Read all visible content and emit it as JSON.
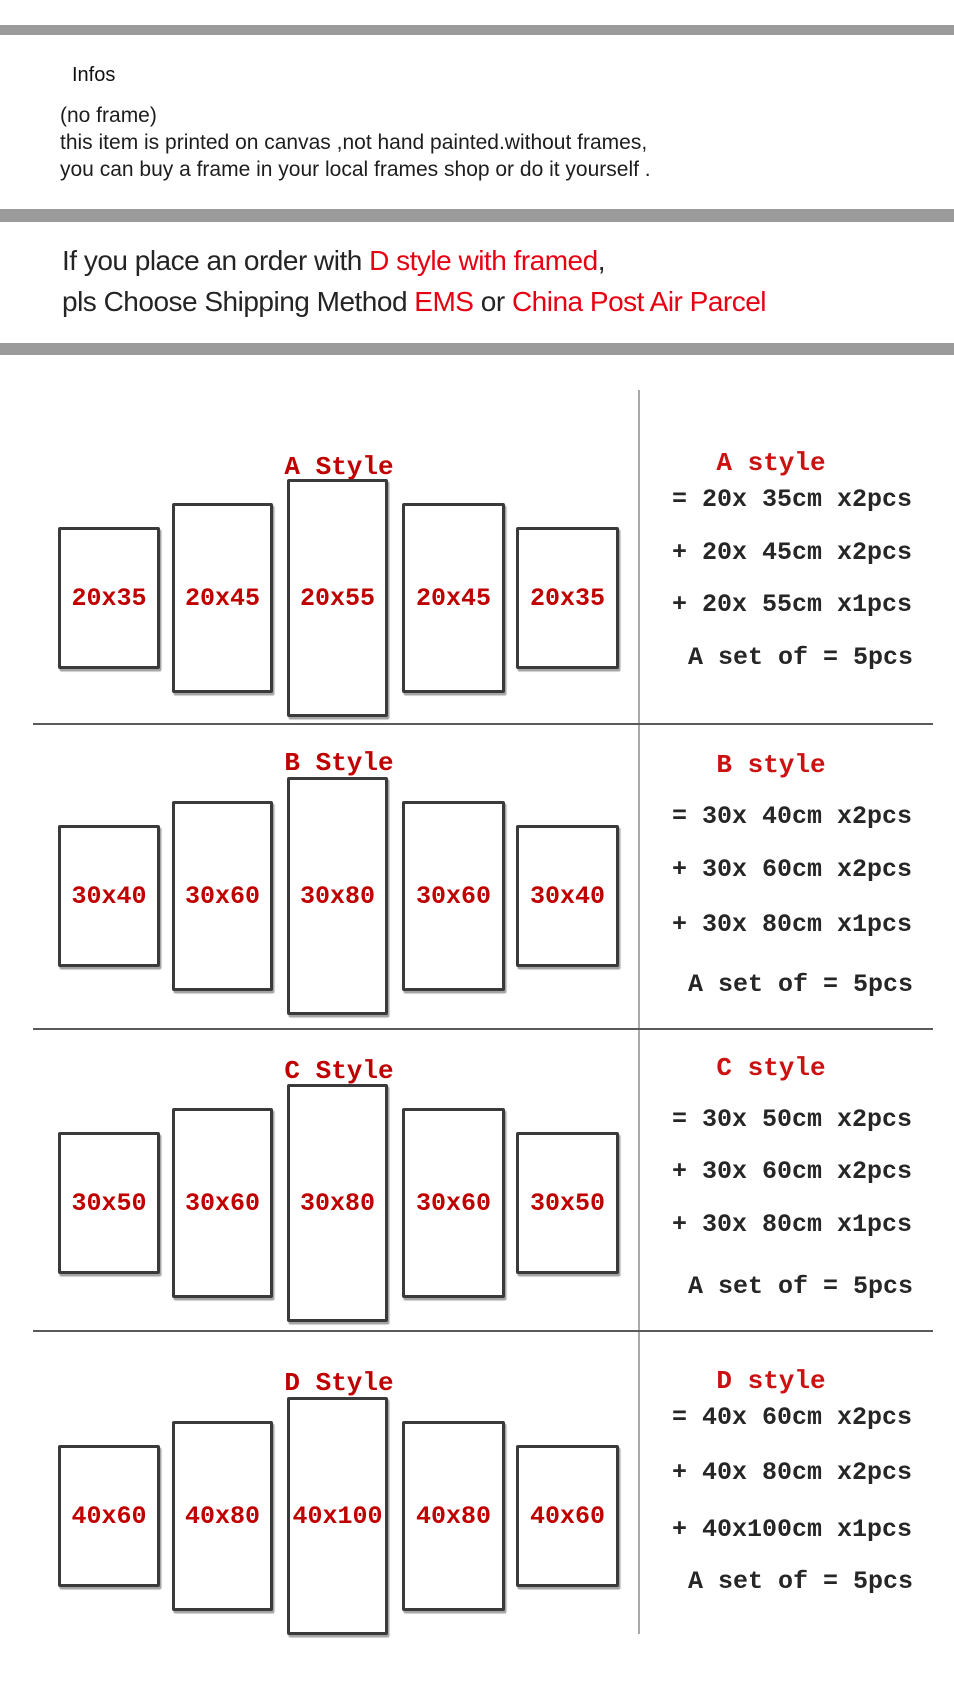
{
  "header": {
    "infos": "Infos",
    "no_frame": "(no frame)",
    "desc_line1": "this item is printed on canvas ,not hand painted.without frames,",
    "desc_line2": "you can buy a frame in your local frames shop or do it yourself .",
    "notice": {
      "l1_dark": "If you place an order with ",
      "l1_red": "D style with framed",
      "l1_tail": ",",
      "l2_dark": "pls Choose Shipping Method ",
      "l2_red1": "EMS",
      "l2_mid": " or ",
      "l2_red2": "China Post Air Parcel"
    }
  },
  "colors": {
    "bar_gray": "#9b9b9b",
    "notice_red": "#e60012",
    "diagram_red": "#c00000",
    "text_dark": "#242424"
  },
  "sections": [
    {
      "id": "A",
      "title": "A Style",
      "panels": [
        "20x35",
        "20x45",
        "20x55",
        "20x45",
        "20x35"
      ],
      "right": {
        "title": "A style",
        "lines": [
          "= 20x 35cm x2pcs",
          "+ 20x 45cm x2pcs",
          "+ 20x 55cm x1pcs",
          "A set of = 5pcs"
        ]
      }
    },
    {
      "id": "B",
      "title": "B Style",
      "panels": [
        "30x40",
        "30x60",
        "30x80",
        "30x60",
        "30x40"
      ],
      "right": {
        "title": "B style",
        "lines": [
          "= 30x 40cm x2pcs",
          "+ 30x 60cm x2pcs",
          "+ 30x 80cm x1pcs",
          "A set of = 5pcs"
        ]
      }
    },
    {
      "id": "C",
      "title": "C Style",
      "panels": [
        "30x50",
        "30x60",
        "30x80",
        "30x60",
        "30x50"
      ],
      "right": {
        "title": "C style",
        "lines": [
          "= 30x 50cm x2pcs",
          "+ 30x 60cm x2pcs",
          "+ 30x 80cm x1pcs",
          "A set of = 5pcs"
        ]
      }
    },
    {
      "id": "D",
      "title": "D Style",
      "panels": [
        "40x60",
        "40x80",
        "40x100",
        "40x80",
        "40x60"
      ],
      "right": {
        "title": "D style",
        "lines": [
          "= 40x 60cm x2pcs",
          "+ 40x 80cm x2pcs",
          "+ 40x100cm x1pcs",
          "A set of = 5pcs"
        ]
      }
    }
  ]
}
